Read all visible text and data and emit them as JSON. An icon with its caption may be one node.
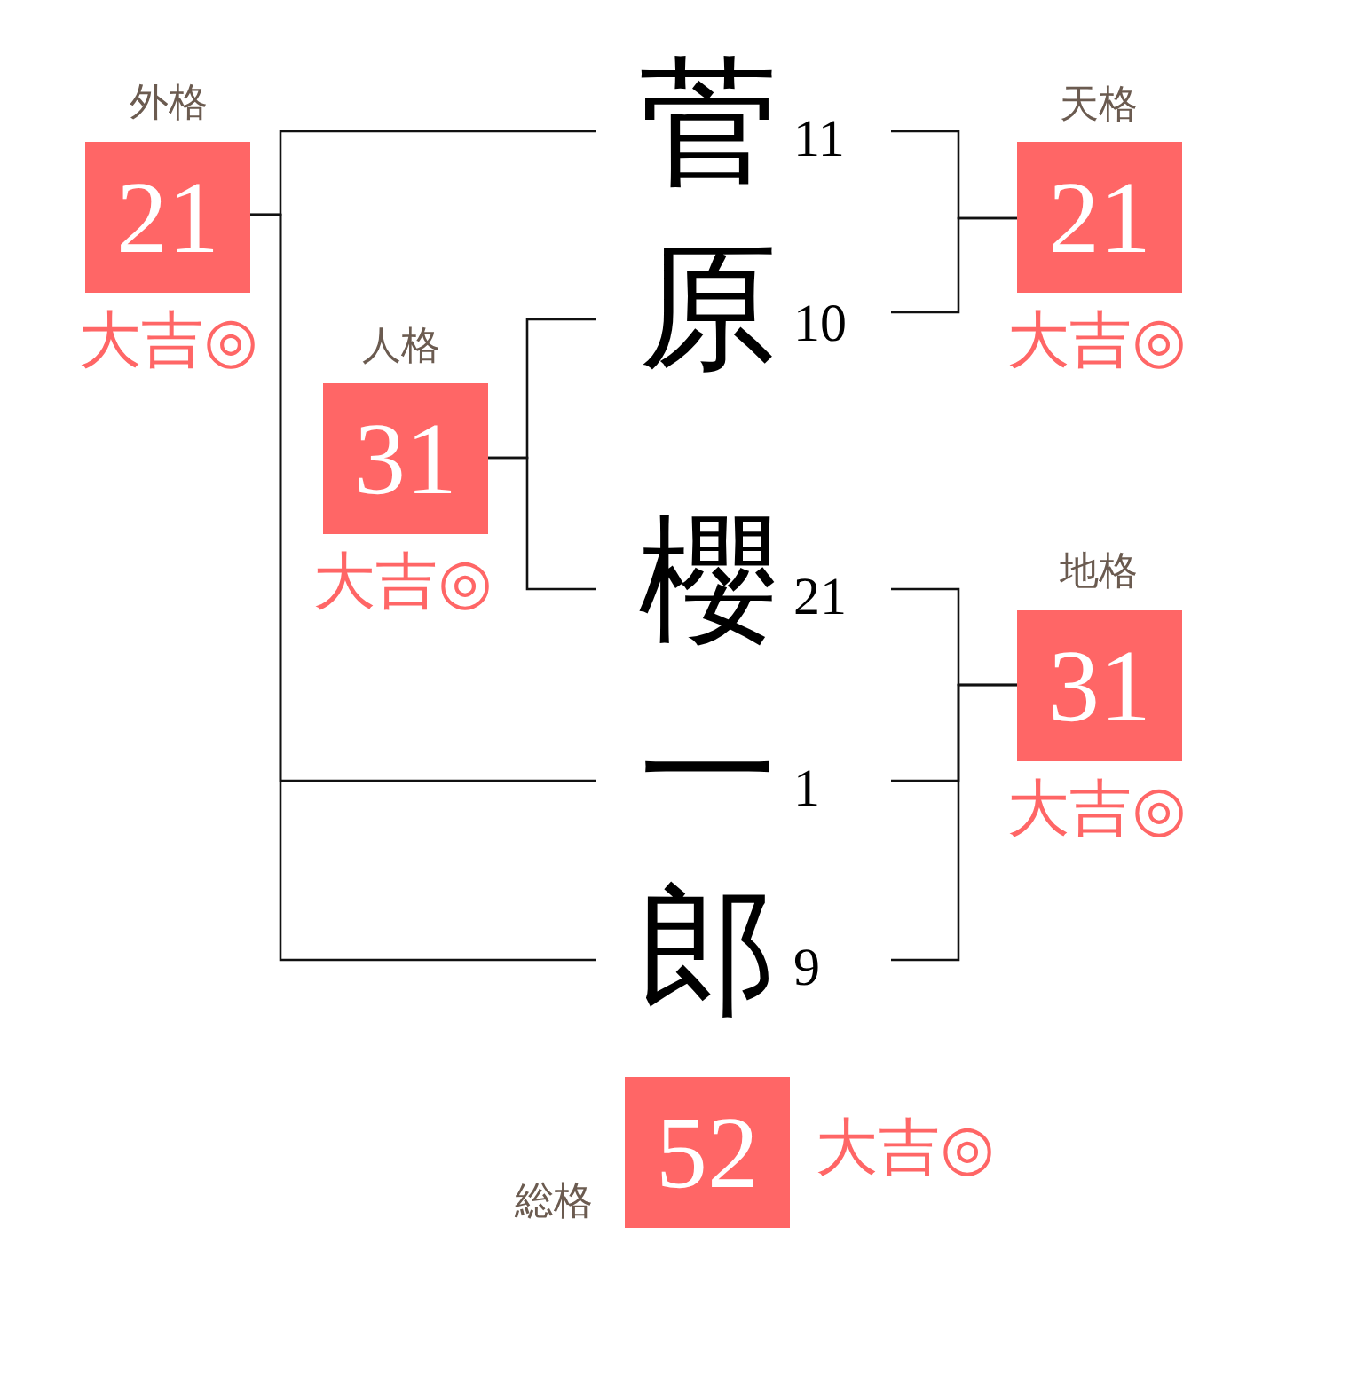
{
  "diagram": {
    "nodes": [
      {
        "text": [
          "外格",
          "21"
        ],
        "beside": [
          "大吉◎"
        ]
      },
      {
        "text": [
          "菅"
        ],
        "beside": [
          "11"
        ]
      },
      {
        "text": [
          "天格",
          "21"
        ],
        "beside": [
          "大吉◎"
        ]
      },
      {
        "text": [
          "原"
        ],
        "beside": [
          "10"
        ]
      },
      {
        "text": [
          "人格",
          "31"
        ],
        "beside": [
          "大吉◎"
        ]
      },
      {
        "text": [
          "櫻"
        ],
        "beside": [
          "21"
        ]
      },
      {
        "text": [
          "地格",
          "31"
        ],
        "beside": [
          "大吉◎"
        ]
      },
      {
        "text": [
          "一"
        ],
        "beside": [
          "1"
        ]
      },
      {
        "text": [
          "郎"
        ],
        "beside": [
          "9"
        ]
      },
      {
        "text": [
          "総格",
          "52"
        ],
        "beside": [
          "大吉◎"
        ]
      }
    ],
    "edges": [
      {
        "from": 1,
        "to": 0,
        "arrow": "none"
      },
      {
        "from": 7,
        "to": 0,
        "arrow": "none"
      },
      {
        "from": 8,
        "to": 0,
        "arrow": "none"
      },
      {
        "from": 1,
        "to": 2,
        "arrow": "none"
      },
      {
        "from": 3,
        "to": 2,
        "arrow": "none"
      },
      {
        "from": 3,
        "to": 4,
        "arrow": "none"
      },
      {
        "from": 5,
        "to": 4,
        "arrow": "none"
      },
      {
        "from": 5,
        "to": 6,
        "arrow": "none"
      },
      {
        "from": 7,
        "to": 6,
        "arrow": "none"
      },
      {
        "from": 8,
        "to": 6,
        "arrow": "none"
      }
    ]
  }
}
